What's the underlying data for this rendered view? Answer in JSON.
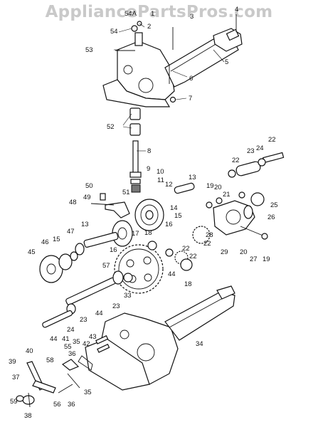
{
  "watermark": "AppliancePartsPros.com",
  "callouts": {
    "c1": "1",
    "c2": "2",
    "c3": "3",
    "c4": "4",
    "c5": "5",
    "c6": "6",
    "c7": "7",
    "c8": "8",
    "c9": "9",
    "c10": "10",
    "c11": "11",
    "c12": "12",
    "c13a": "13",
    "c13b": "13",
    "c14": "14",
    "c15a": "15",
    "c15b": "15",
    "c16a": "16",
    "c16b": "16",
    "c17": "17",
    "c18a": "18",
    "c18b": "18",
    "c19a": "19",
    "c19b": "19",
    "c20a": "20",
    "c20b": "20",
    "c21": "21",
    "c22a": "22",
    "c22b": "22",
    "c22c": "22",
    "c22d": "22",
    "c23a": "23",
    "c23b": "23",
    "c23c": "23",
    "c24a": "24",
    "c24b": "24",
    "c25": "25",
    "c26": "26",
    "c27": "27",
    "c28": "28",
    "c29": "29",
    "c33": "33",
    "c34": "34",
    "c35a": "35",
    "c35b": "35",
    "c36a": "36",
    "c36b": "36",
    "c37": "37",
    "c38": "38",
    "c39": "39",
    "c40": "40",
    "c41": "41",
    "c42": "42",
    "c43": "43",
    "c44a": "44",
    "c44b": "44",
    "c44c": "44",
    "c45": "45",
    "c46": "46",
    "c47": "47",
    "c48": "48",
    "c49": "49",
    "c50": "50",
    "c51": "51",
    "c52": "52",
    "c53": "53",
    "c54": "54",
    "c54a": "54A",
    "c55": "55",
    "c56": "56",
    "c57": "57",
    "c58": "58",
    "c59": "59"
  }
}
